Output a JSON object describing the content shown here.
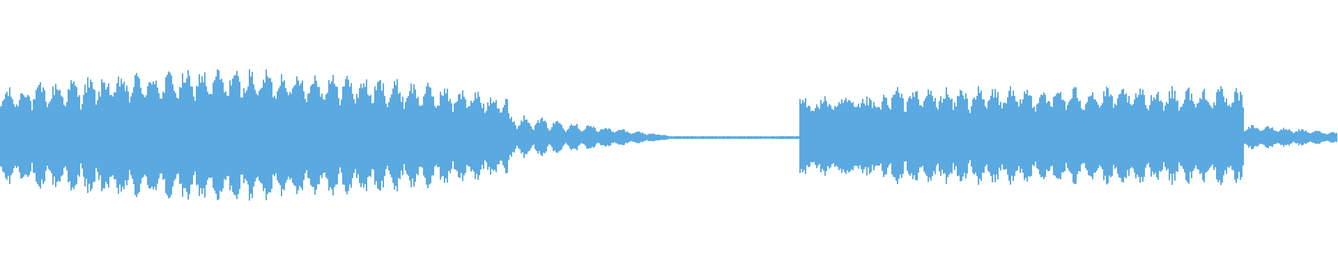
{
  "waveform": {
    "color": "#5aa9e0",
    "background": "#ffffff",
    "segments": [
      {
        "start": 0.0,
        "end": 0.38,
        "pattern": "pulsing",
        "level": 0.78
      },
      {
        "start": 0.38,
        "end": 0.5,
        "pattern": "decaying-pulses",
        "level": 0.3
      },
      {
        "start": 0.5,
        "end": 0.597,
        "pattern": "near-silence",
        "level": 0.02
      },
      {
        "start": 0.597,
        "end": 0.66,
        "pattern": "sustained",
        "level": 0.55
      },
      {
        "start": 0.66,
        "end": 0.93,
        "pattern": "pulsing",
        "level": 0.68
      },
      {
        "start": 0.93,
        "end": 1.0,
        "pattern": "fading",
        "level": 0.18
      }
    ]
  }
}
